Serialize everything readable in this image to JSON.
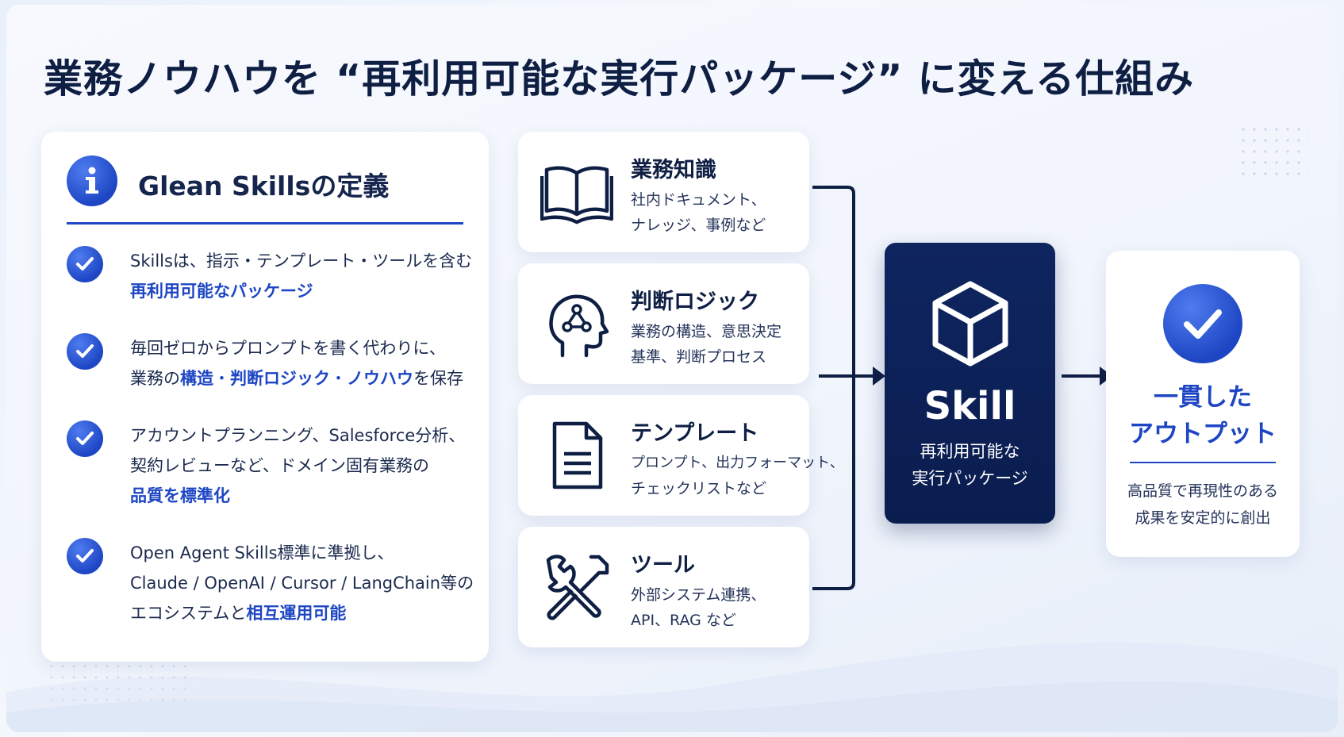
{
  "title": "業務ノウハウを “再利用可能な実行パッケージ” に変える仕組み",
  "definition": {
    "icon": "info-icon",
    "heading": "Glean Skillsの定義",
    "items": [
      {
        "pre": "Skillsは、指示・テンプレート・ツールを含む",
        "hl": "再利用可能なパッケージ"
      },
      {
        "pre": "毎回ゼロからプロンプトを書く代わりに、",
        "line2a": "業務の",
        "hl1": "構造",
        "sep1": "・",
        "hl2": "判断ロジック",
        "sep2": "・",
        "hl3": "ノウハウ",
        "post": "を保存"
      },
      {
        "pre": "アカウントプランニング、Salesforce分析、",
        "line2": "契約レビューなど、ドメイン固有業務の",
        "hl": "品質を標準化"
      },
      {
        "pre": "Open Agent Skills標準に準拠し、",
        "line2": "Claude / OpenAI / Cursor / LangChain等の",
        "line3a": "エコシステムと",
        "hl": "相互運用可能"
      }
    ]
  },
  "inputs": [
    {
      "title": "業務知識",
      "desc": [
        "社内ドキュメント、",
        "ナレッジ、事例など"
      ],
      "icon": "book-icon"
    },
    {
      "title": "判断ロジック",
      "desc": [
        "業務の構造、意思決定",
        "基準、判断プロセス"
      ],
      "icon": "head-logic-icon"
    },
    {
      "title": "テンプレート",
      "desc": [
        "プロンプト、出力フォーマット、",
        "チェックリストなど"
      ],
      "icon": "document-icon"
    },
    {
      "title": "ツール",
      "desc": [
        "外部システム連携、",
        "API、RAG など"
      ],
      "icon": "tools-icon"
    }
  ],
  "skill": {
    "title": "Skill",
    "subtitle": [
      "再利用可能な",
      "実行パッケージ"
    ],
    "icon": "cube-icon"
  },
  "output": {
    "title": [
      "一貫した",
      "アウトプット"
    ],
    "desc": [
      "高品質で再現性のある",
      "成果を安定的に創出"
    ],
    "icon": "check-circle-icon"
  },
  "colors": {
    "accent": "#1e46c4",
    "navy": "#0f1f44",
    "skill_bg": "#0f2560"
  }
}
